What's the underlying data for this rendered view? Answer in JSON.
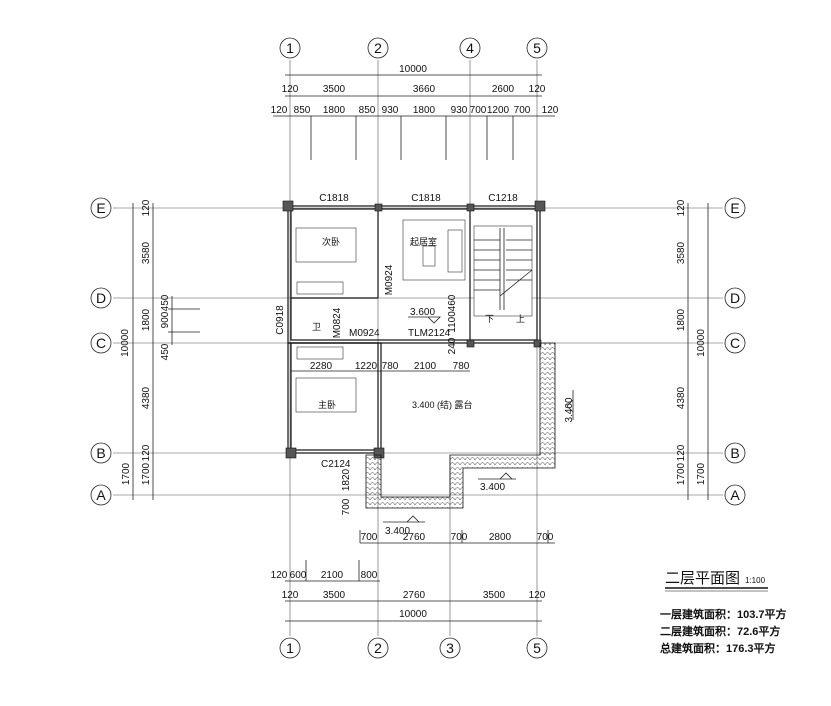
{
  "axes": {
    "top": [
      "1",
      "2",
      "4",
      "5"
    ],
    "bottom": [
      "1",
      "2",
      "3",
      "5"
    ],
    "left": [
      "E",
      "D",
      "C",
      "B",
      "A"
    ],
    "right": [
      "E",
      "D",
      "C",
      "B",
      "A"
    ]
  },
  "dims": {
    "top_total": "10000",
    "top_row2": [
      "120",
      "3500",
      "3660",
      "2600",
      "120"
    ],
    "top_row3": [
      "120",
      "850",
      "1800",
      "850",
      "930",
      "1800",
      "930",
      "700",
      "1200",
      "700",
      "120"
    ],
    "bottom_row1": [
      "700",
      "2760",
      "700",
      "2800",
      "700"
    ],
    "bottom_row2": [
      "120",
      "600",
      "2100",
      "800"
    ],
    "bottom_row3": [
      "120",
      "3500",
      "2760",
      "3500",
      "120"
    ],
    "bottom_total": "10000",
    "left": [
      "120",
      "3580",
      "1800",
      "4380",
      "120",
      "1700"
    ],
    "left_inner": [
      "450",
      "900",
      "450"
    ],
    "left_total": "10000",
    "left_outer_bottom": "1700",
    "right": [
      "120",
      "3580",
      "1800",
      "4380",
      "120",
      "1700"
    ],
    "right_total": "10000",
    "right_outer_bottom": "1700",
    "interior": [
      "2280",
      "1220",
      "780",
      "2100",
      "780",
      "460",
      "1100",
      "240",
      "1820",
      "700"
    ]
  },
  "openings": [
    "C1818",
    "C1818",
    "C1218",
    "C0918",
    "M0924",
    "M0824",
    "M0924",
    "TLM2124",
    "C2124"
  ],
  "rooms": {
    "bedroom2": "次卧",
    "living": "起居室",
    "bath": "卫",
    "master": "主卧",
    "terrace": "3.400 (结) 露台"
  },
  "levels": [
    "3.600",
    "3.400",
    "3.400",
    "3.400"
  ],
  "stair": {
    "down": "下",
    "up": "上"
  },
  "title": {
    "name": "二层平面图",
    "scale": "1:100"
  },
  "areas": [
    "一层建筑面积：103.7平方",
    "二层建筑面积：72.6平方",
    "总建筑面积：176.3平方"
  ]
}
